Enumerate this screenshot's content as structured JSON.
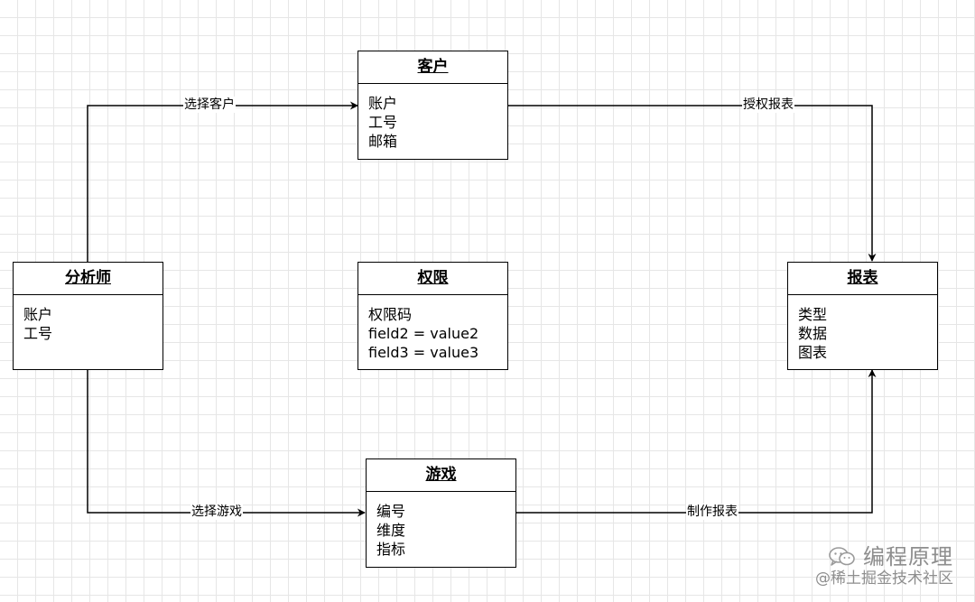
{
  "diagram": {
    "entities": {
      "customer": {
        "title": "客户",
        "fields": [
          "账户",
          "工号",
          "邮箱"
        ]
      },
      "analyst": {
        "title": "分析师",
        "fields": [
          "账户",
          "工号"
        ]
      },
      "permission": {
        "title": "权限",
        "fields": [
          "权限码",
          "field2 = value2",
          "field3 = value3"
        ]
      },
      "report": {
        "title": "报表",
        "fields": [
          "类型",
          "数据",
          "图表"
        ]
      },
      "game": {
        "title": "游戏",
        "fields": [
          "编号",
          "维度",
          "指标"
        ]
      }
    },
    "edges": {
      "select_customer": "选择客户",
      "authorize_report": "授权报表",
      "select_game": "选择游戏",
      "make_report": "制作报表"
    }
  },
  "watermark": {
    "icon": "wechat-icon",
    "title": "编程原理",
    "subtitle": "@稀土掘金技术社区"
  }
}
